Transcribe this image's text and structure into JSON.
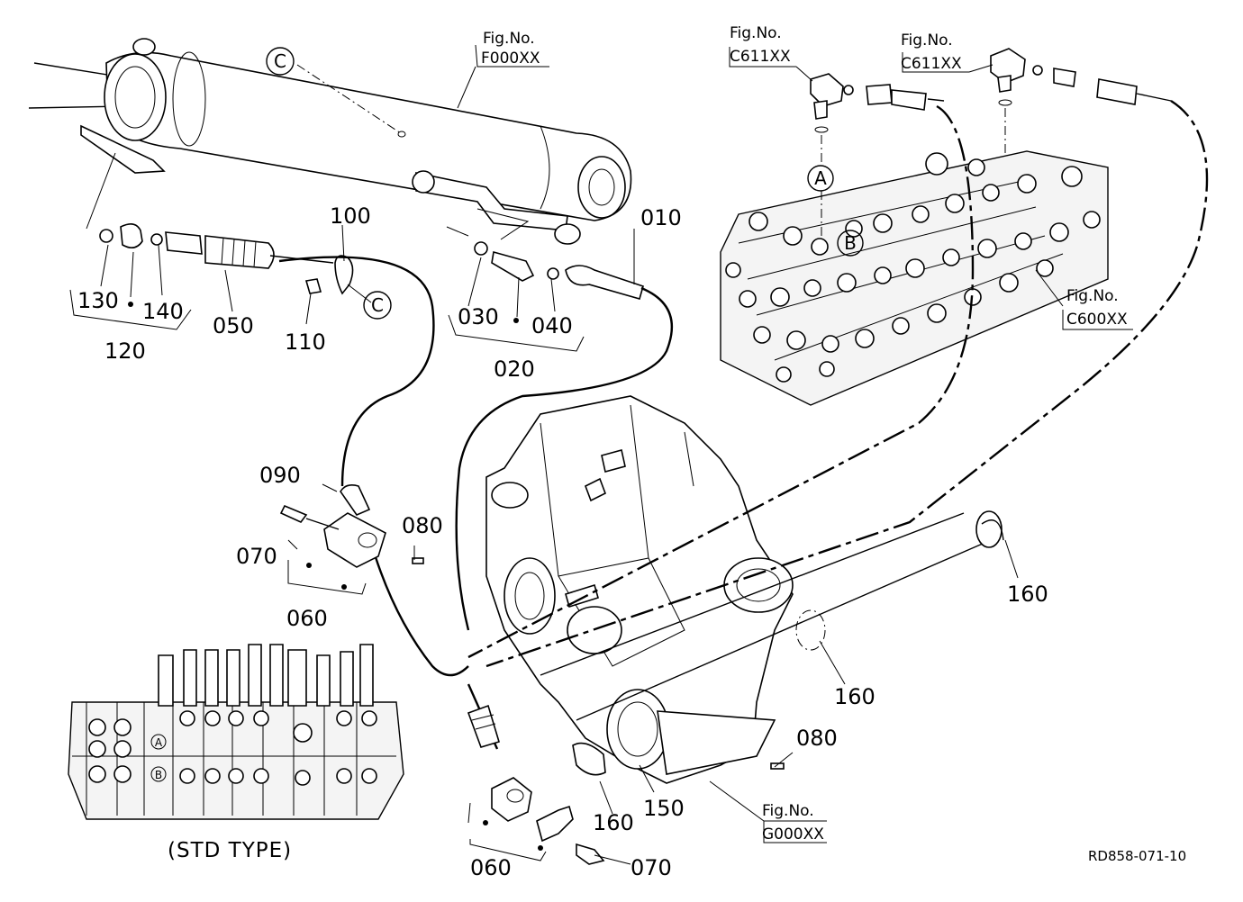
{
  "callouts": {
    "p010": "010",
    "p020": "020",
    "p030": "030",
    "p040": "040",
    "p050": "050",
    "p060a": "060",
    "p060b": "060",
    "p070a": "070",
    "p070b": "070",
    "p080a": "080",
    "p080b": "080",
    "p090": "090",
    "p100": "100",
    "p110": "110",
    "p120": "120",
    "p130": "130",
    "p140": "140",
    "p150": "150",
    "p160a": "160",
    "p160b": "160",
    "p160c": "160"
  },
  "figure_refs": {
    "fig_label": "Fig.No.",
    "f000": "F000XX",
    "c611a": "C611XX",
    "c611b": "C611XX",
    "c600": "C600XX",
    "g000": "G000XX"
  },
  "markers": {
    "a": "A",
    "b": "B",
    "c": "C"
  },
  "std_type": "(STD TYPE)",
  "drawing_code": "RD858-071-10"
}
